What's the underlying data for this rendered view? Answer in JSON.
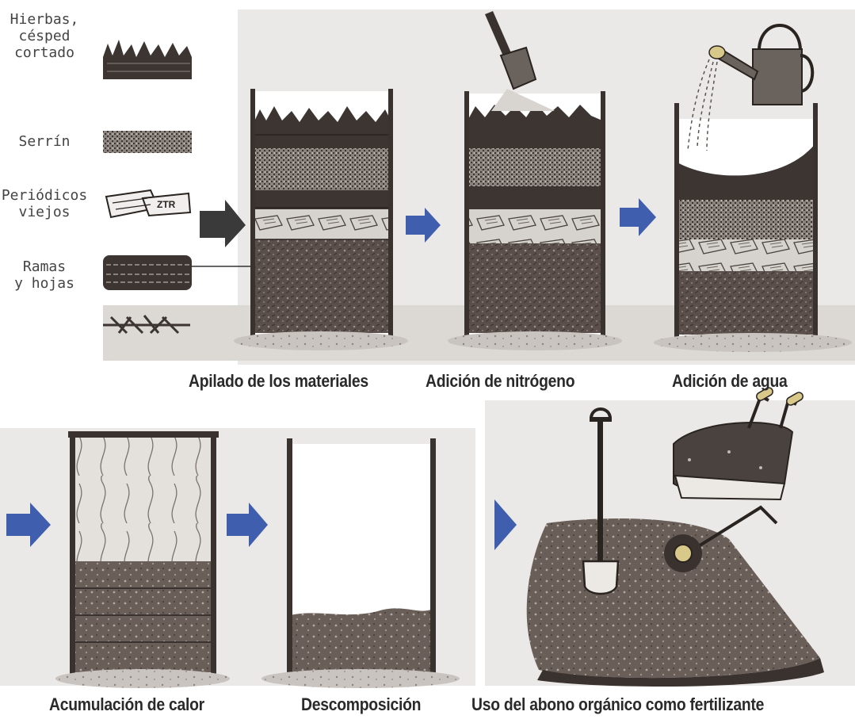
{
  "legend": {
    "grass_label_line1": "Hierbas,",
    "grass_label_line2": "césped",
    "grass_label_line3": "cortado",
    "sawdust_label": "Serrín",
    "newspaper_label_line1": "Periódicos",
    "newspaper_label_line2": "viejos",
    "branches_label_line1": "Ramas",
    "branches_label_line2": "y hojas"
  },
  "steps": {
    "step1": "Apilado de los materiales",
    "step2": "Adición de nitrógeno",
    "step3": "Adición de agua",
    "step4": "Acumulación de calor",
    "step5": "Descomposición",
    "step6": "Uso del abono orgánico como fertilizante"
  },
  "colors": {
    "arrow_blue": "#3f5fae",
    "arrow_dark": "#333333",
    "soil_dark": "#4a3f3a",
    "soil_mid": "#6b605a",
    "background_gray": "#e8e6e4"
  }
}
